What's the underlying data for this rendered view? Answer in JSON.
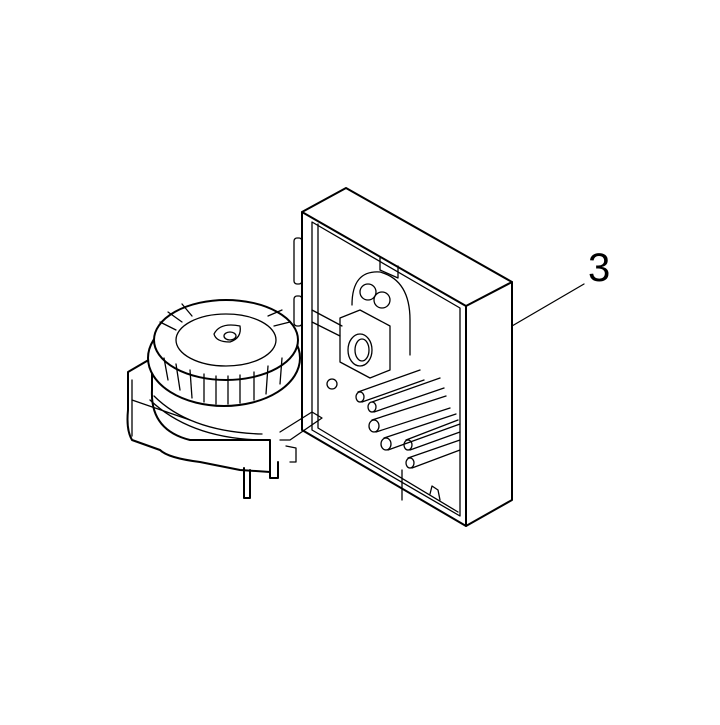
{
  "diagram": {
    "type": "exploded-parts-drawing",
    "background": "#ffffff",
    "line_color": "#000000",
    "callouts": [
      {
        "label": "3",
        "target": "housing-with-transformer-assembly"
      }
    ],
    "parts": [
      {
        "name": "toroidal-transformer",
        "description": "ring-wound toroid on bracket with pins"
      },
      {
        "name": "housing-box",
        "description": "rectangular open housing with internal cylinders"
      }
    ]
  }
}
